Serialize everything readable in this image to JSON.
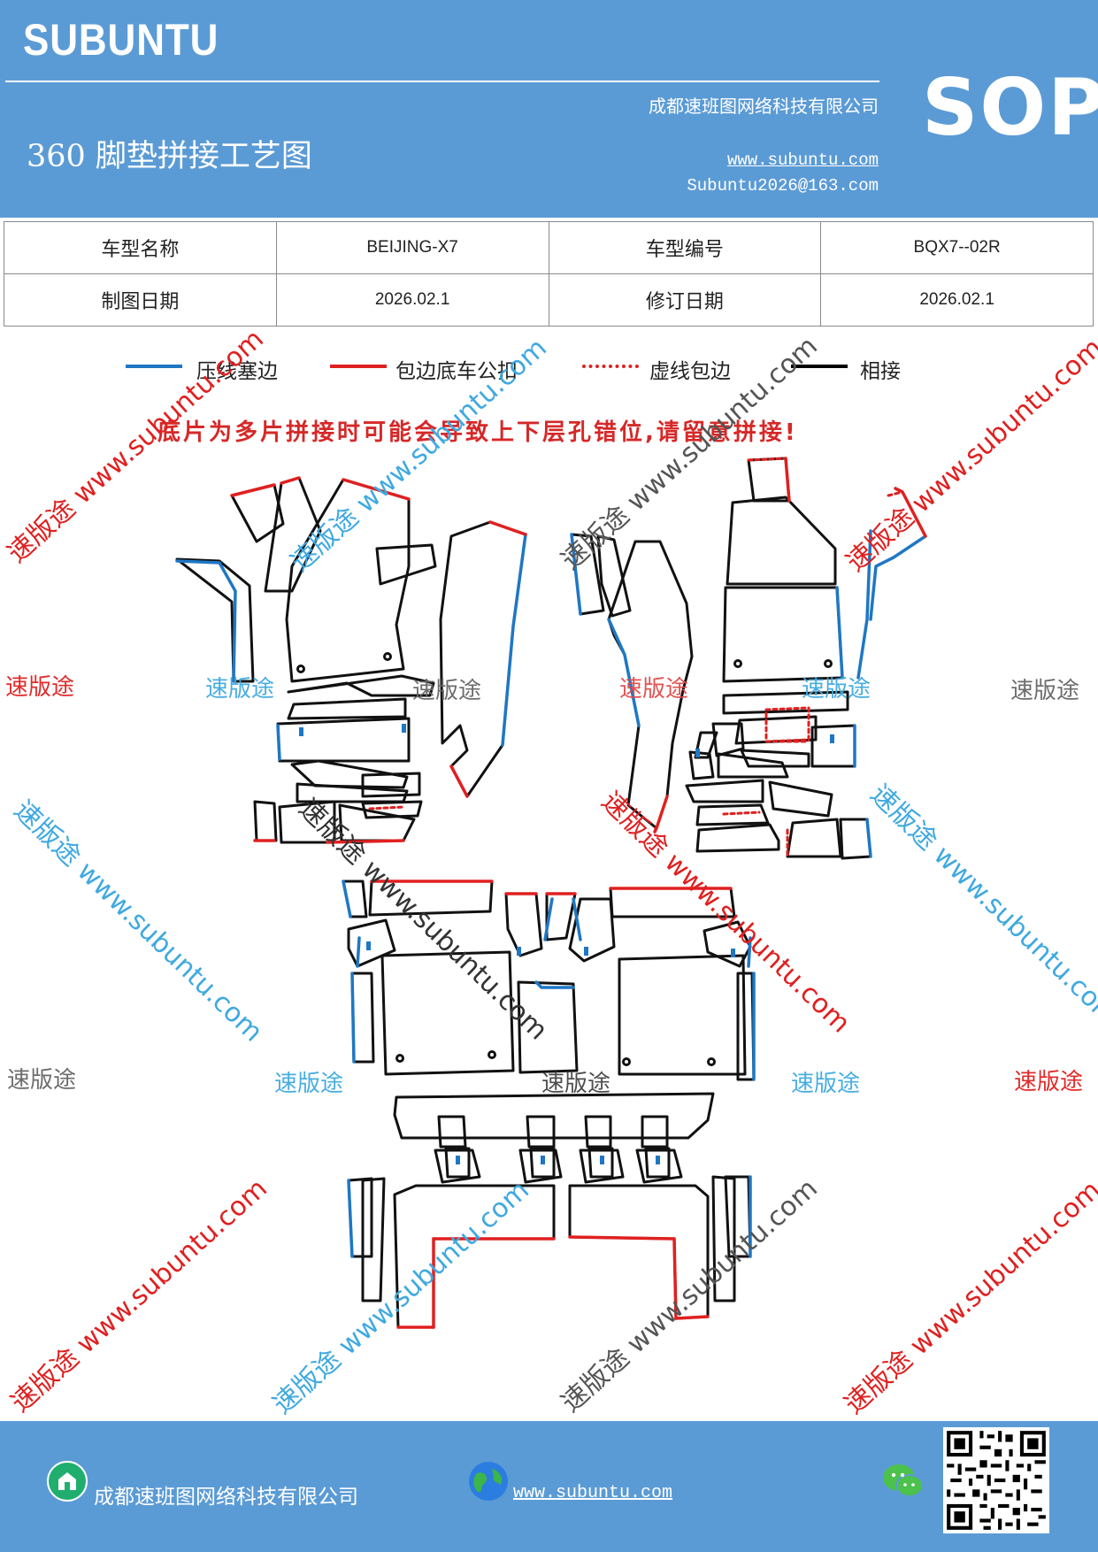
{
  "header": {
    "brand": "SUBUNTU",
    "company": "成都速班图网络科技有限公司",
    "title": "360 脚垫拼接工艺图",
    "website": "www.subuntu.com",
    "email": "Subuntu2026@163.com",
    "badge": "SOP"
  },
  "info_table": {
    "rows": [
      [
        "车型名称",
        "BEIJING-X7",
        "车型编号",
        "BQX7--02R"
      ],
      [
        "制图日期",
        "2026.02.1",
        "修订日期",
        "2026.02.1"
      ]
    ]
  },
  "legend": [
    {
      "label": "压线塞边",
      "color": "#1f77c4",
      "style": "solid"
    },
    {
      "label": "包边底车公扣",
      "color": "#e02020",
      "style": "solid"
    },
    {
      "label": "虚线包边",
      "color": "#e02020",
      "style": "dotted"
    },
    {
      "label": "相接",
      "color": "#000000",
      "style": "solid"
    }
  ],
  "warning": "底片为多片拼接时可能会导致上下层孔错位,请留意拼接!",
  "watermarks": {
    "short": "速版途",
    "long": "速版途 www.subuntu.com",
    "url": "www.subuntu.com"
  },
  "colors": {
    "header_bg": "#5b9bd5",
    "line_blue": "#1f77c4",
    "line_red": "#e02020",
    "line_black": "#000000"
  },
  "footer": {
    "company": "成都速班图网络科技有限公司",
    "website": "www.subuntu.com",
    "icons": [
      "building-icon",
      "globe-icon",
      "wechat-icon",
      "qr-code"
    ]
  }
}
